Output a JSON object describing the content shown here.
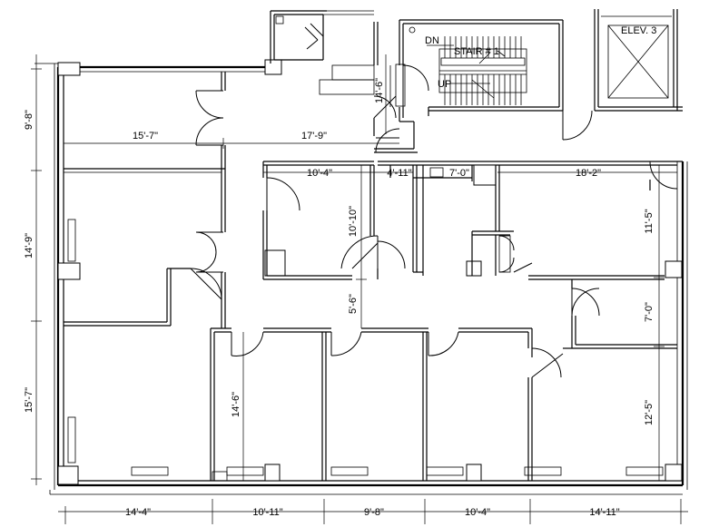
{
  "labels": {
    "stair": "STAIR # 1",
    "dn": "DN",
    "up": "UP",
    "elevator": "ELEV. 3"
  },
  "dimensions": {
    "left_top": "9'-8\"",
    "left_mid": "14'-9\"",
    "left_bottom": "15'-7\"",
    "top_left_room": "15'-7\"",
    "top_mid_room": "17'-9\"",
    "stair_landing": "14'-6\"",
    "room_a_width": "10'-4\"",
    "room_b_width": "4'-11\"",
    "room_c_width": "7'-0\"",
    "room_d_width": "18'-2\"",
    "room_a_depth": "10'-10\"",
    "corridor": "5'-6\"",
    "right_top": "11'-5\"",
    "right_mid": "7'-0\"",
    "right_bottom": "12'-5\"",
    "office_depth": "14'-6\"",
    "bottom_1": "14'-4\"",
    "bottom_2": "10'-11\"",
    "bottom_3": "9'-8\"",
    "bottom_4": "10'-4\"",
    "bottom_5": "14'-11\""
  }
}
